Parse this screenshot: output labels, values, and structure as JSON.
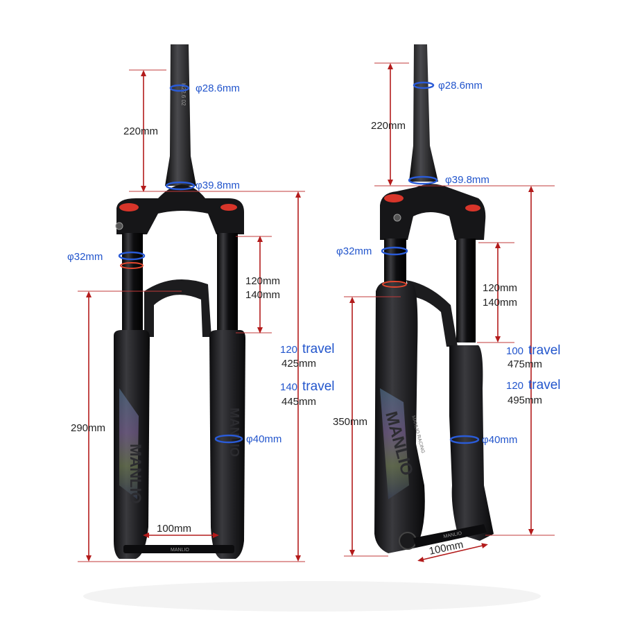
{
  "left_fork": {
    "steerer_upper_diameter": "φ28.6mm",
    "steerer_lower_diameter": "φ39.8mm",
    "steerer_length": "220mm",
    "stanchion_diameter": "φ32mm",
    "exposed_stanchion_line1": "120mm",
    "exposed_stanchion_line2": "140mm",
    "travel_a_value": "120",
    "travel_a_word": "travel",
    "travel_a_length": "425mm",
    "travel_b_value": "140",
    "travel_b_word": "travel",
    "travel_b_length": "445mm",
    "lower_leg_length": "290mm",
    "lower_leg_diameter": "φ40mm",
    "axle_width": "100mm",
    "decal_text": "MANLIO",
    "axle_text": "MANLIO"
  },
  "right_fork": {
    "steerer_upper_diameter": "φ28.6mm",
    "steerer_lower_diameter": "φ39.8mm",
    "steerer_length": "220mm",
    "stanchion_diameter": "φ32mm",
    "exposed_stanchion_line1": "120mm",
    "exposed_stanchion_line2": "140mm",
    "travel_a_value": "100",
    "travel_a_word": "travel",
    "travel_a_length": "475mm",
    "travel_b_value": "120",
    "travel_b_word": "travel",
    "travel_b_length": "495mm",
    "lower_leg_length": "350mm",
    "lower_leg_diameter": "φ40mm",
    "axle_width": "100mm",
    "decal_text": "MANLIO",
    "decal_sub": "MANLIO RACING",
    "axle_text": "MANLIO"
  },
  "colors": {
    "background": "#ffffff",
    "dimension_arrow": "#b31b1b",
    "diameter_ring": "#2a5bd7",
    "label_blue": "#2255cc",
    "label_dark": "#222222",
    "fork_body": "#1b1b1d",
    "cap_red": "#d8352a"
  }
}
